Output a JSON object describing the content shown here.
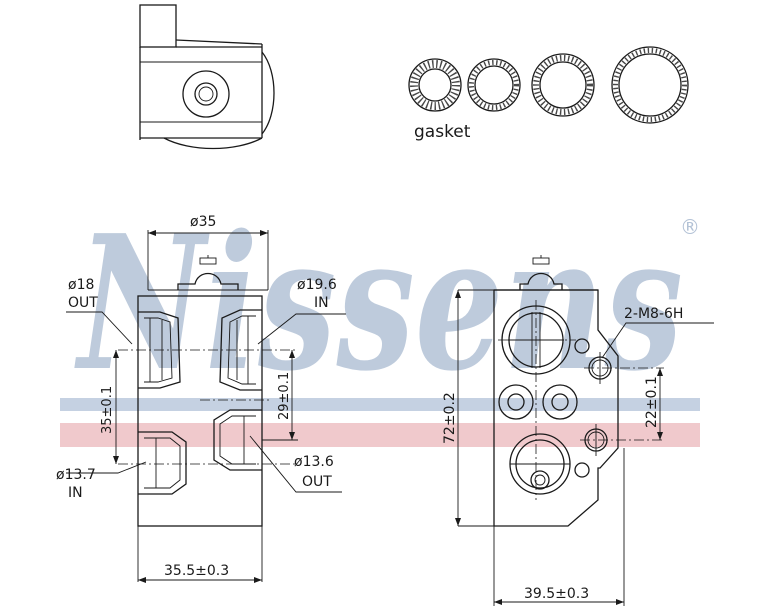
{
  "watermark": {
    "brand": "Nissens",
    "registered": "®",
    "color_brand": "#b3c2d6",
    "color_band_blue": "#c5d1e2",
    "color_band_red": "#f0c9cc"
  },
  "top_view": {
    "gasket_label": "gasket",
    "gasket_count": 4
  },
  "front_view": {
    "width_label": "ø35",
    "port_out_top": {
      "diameter": "ø18",
      "label": "OUT"
    },
    "port_in_top": {
      "diameter": "ø19.6",
      "label": "IN"
    },
    "port_in_bottom": {
      "diameter": "ø13.7",
      "label": "IN"
    },
    "port_out_bottom": {
      "diameter": "ø13.6",
      "label": "OUT"
    },
    "vertical_spacing_left": "35±0.1",
    "vertical_spacing_right": "29±0.1",
    "bottom_width": "35.5±0.3"
  },
  "side_view": {
    "thread_label": "2-M8-6H",
    "height_label": "72±0.2",
    "hole_spacing": "22±0.1",
    "bottom_width": "39.5±0.3"
  }
}
